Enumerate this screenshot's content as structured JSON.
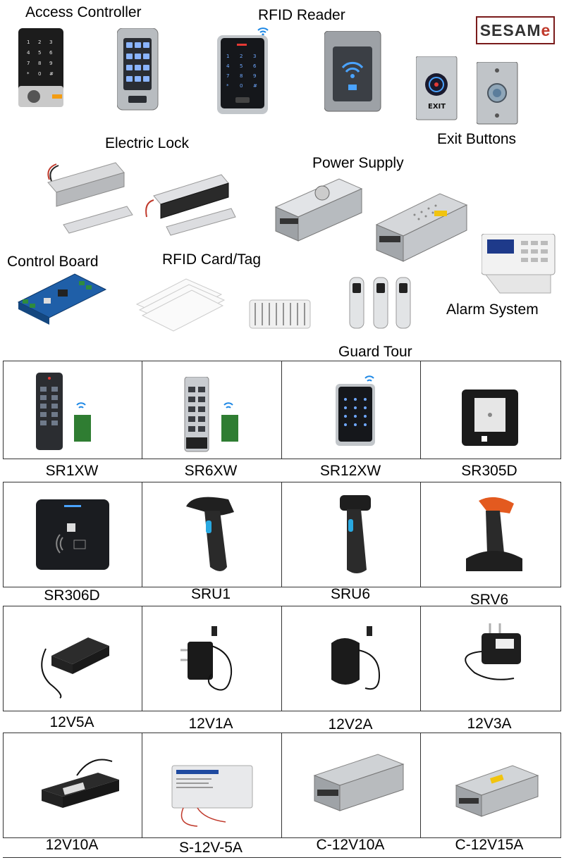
{
  "brand": {
    "name_prefix": "SESAM",
    "name_suffix": "e"
  },
  "sections": {
    "access_controller": "Access Controller",
    "rfid_reader": "RFID Reader",
    "exit_buttons": "Exit Buttons",
    "electric_lock": "Electric Lock",
    "power_supply": "Power Supply",
    "control_board": "Control Board",
    "rfid_card": "RFID Card/Tag",
    "alarm_system": "Alarm System",
    "guard_tour": "Guard Tour"
  },
  "exit_label": "EXIT",
  "products": [
    [
      "SR1XW",
      "SR6XW",
      "SR12XW",
      "SR305D"
    ],
    [
      "SR306D",
      "SRU1",
      "SRU6",
      "SRV6"
    ],
    [
      "12V5A",
      "12V1A",
      "12V2A",
      "12V3A"
    ],
    [
      "12V10A",
      "S-12V-5A",
      "C-12V10A",
      "C-12V15A"
    ]
  ],
  "colors": {
    "accent": "#c0392b",
    "border": "#333333",
    "brand_border": "#7a1b1b"
  }
}
